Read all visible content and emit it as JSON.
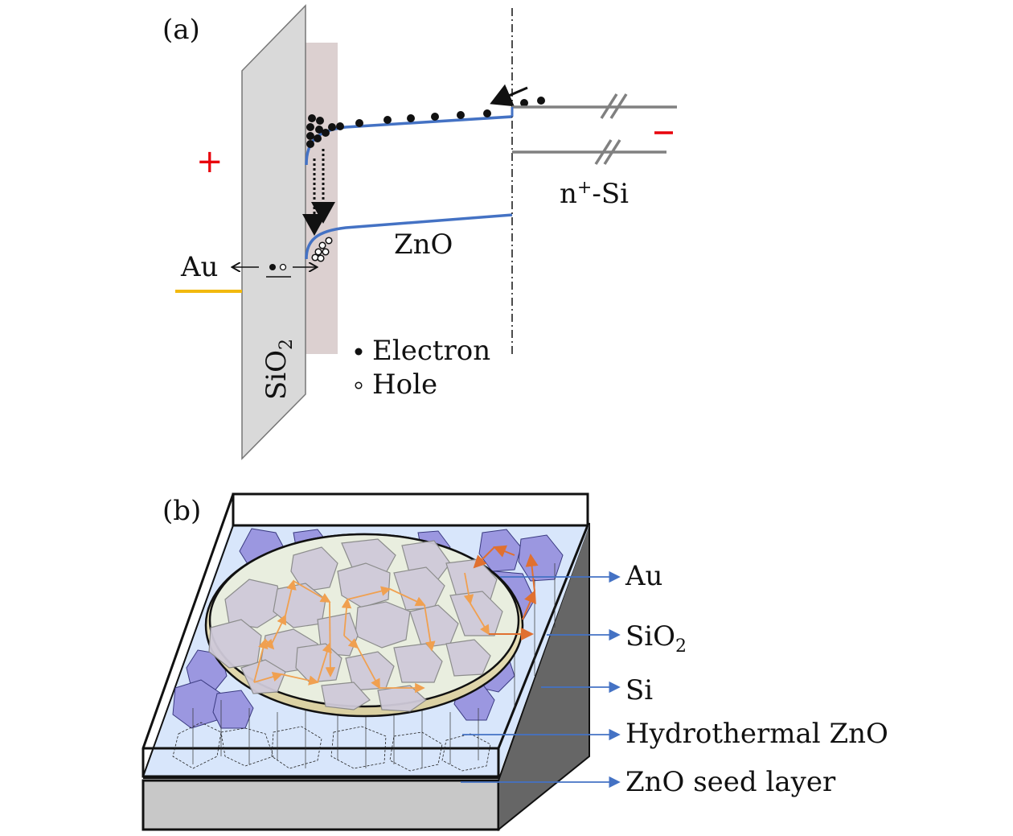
{
  "panel_a": {
    "label": "(a)",
    "plus_sign": "+",
    "minus_sign": "−",
    "au_label": "Au",
    "sio2_label": "SiO",
    "sio2_sub": "2",
    "zno_label": "ZnO",
    "nsi_label_n": "n",
    "nsi_label_sup": "+",
    "nsi_label_rest": "-Si",
    "legend": {
      "electron": "Electron",
      "hole": "Hole"
    }
  },
  "panel_b": {
    "label": "(b)",
    "callouts": [
      {
        "text": "Au",
        "sub": ""
      },
      {
        "text": "SiO",
        "sub": "2"
      },
      {
        "text": "Si",
        "sub": ""
      },
      {
        "text": "Hydrothermal ZnO",
        "sub": ""
      },
      {
        "text": "ZnO seed layer",
        "sub": ""
      }
    ]
  },
  "colors": {
    "band": "#4472c4",
    "positive": "#e8000b",
    "au_line": "#f2b90f",
    "sio2_fill": "#d9d9d9",
    "zno_depletion": "#dcd0d0",
    "callout_line": "#4472c4",
    "path_arrow": "#f0a050",
    "path_arrow_dark": "#e07030",
    "grain_fill": "#cfcad9",
    "crystal_fill": "#9b97e0",
    "substrate_fill": "#c8c8c8",
    "zno_layer": "#d8e6fb"
  }
}
